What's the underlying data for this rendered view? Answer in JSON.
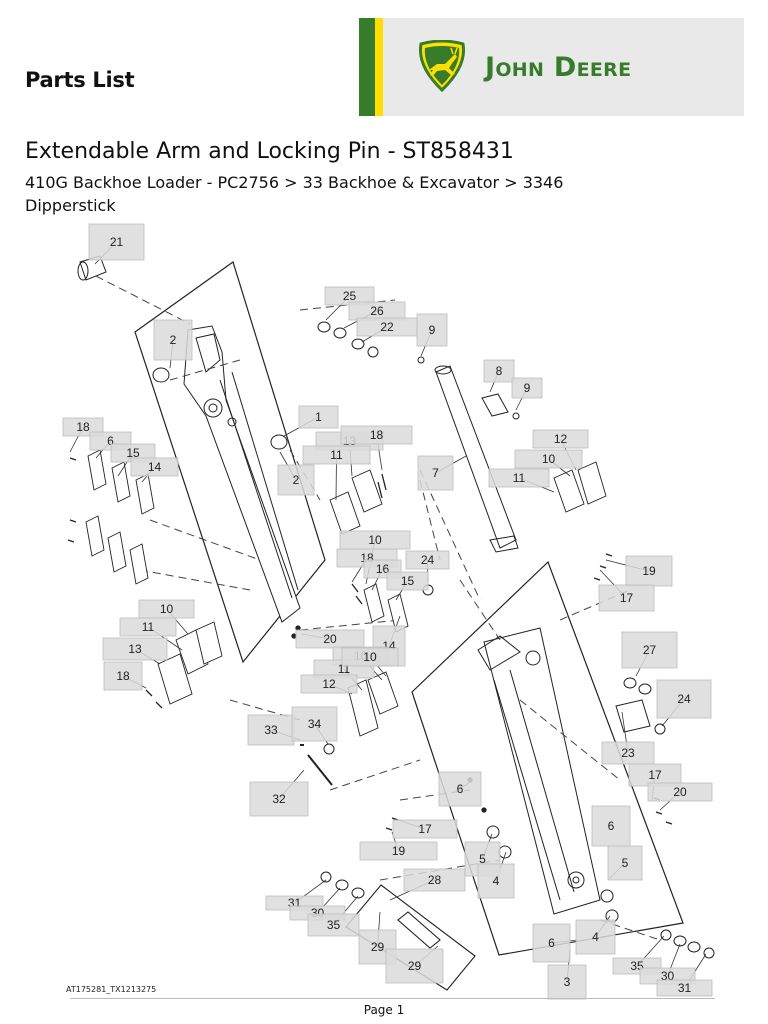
{
  "header": {
    "page_title": "Parts List",
    "brand_name": "John Deere",
    "brand_colors": {
      "green": "#367c2b",
      "yellow": "#ffde00",
      "panel": "#e9e9e9"
    }
  },
  "document": {
    "title": "Extendable Arm and Locking Pin - ST858431",
    "breadcrumb": "410G Backhoe Loader - PC2756 > 33 Backhoe & Excavator > 3346",
    "section": "Dipperstick"
  },
  "diagram": {
    "figure_id": "AT175281_TX1213275",
    "callouts": [
      "21",
      "2",
      "25",
      "26",
      "22",
      "9",
      "8",
      "9",
      "1",
      "18",
      "13",
      "12",
      "18",
      "6",
      "15",
      "14",
      "7",
      "11",
      "10",
      "11",
      "2",
      "10",
      "19",
      "18",
      "16",
      "15",
      "24",
      "17",
      "10",
      "20",
      "14",
      "11",
      "13",
      "10",
      "27",
      "18",
      "11",
      "10",
      "12",
      "24",
      "33",
      "34",
      "23",
      "17",
      "32",
      "6",
      "20",
      "17",
      "19",
      "6",
      "5",
      "5",
      "4",
      "28",
      "31",
      "30",
      "35",
      "29",
      "29",
      "6",
      "4",
      "35",
      "30",
      "31",
      "3"
    ],
    "label_bg": "#dadada",
    "label_border": "#bdbdbd"
  },
  "footer": {
    "page": "Page 1"
  }
}
